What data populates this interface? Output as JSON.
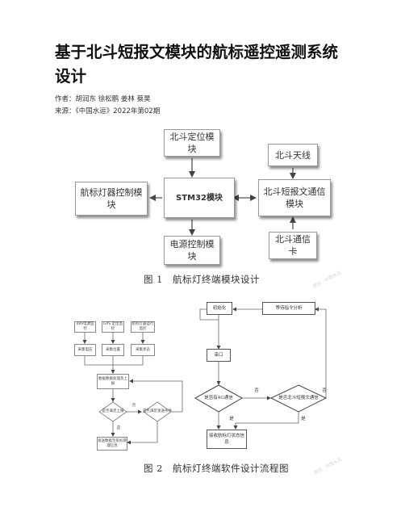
{
  "article": {
    "title": "基于北斗短报文模块的航标遥控遥测系统设计",
    "authors_label": "作者：",
    "authors": "胡润东 徐松鹏 姜林 蔡昊",
    "source_label": "来源：",
    "source": "《中国水运》2022年第02期"
  },
  "figure1": {
    "caption": "图 1　航标灯终端模块设计",
    "modules": {
      "positioning": "北斗定位模块",
      "antenna": "北斗天线",
      "light_control": "航标灯器控制模块",
      "mcu": "STM32模块",
      "comm": "北斗短报文通信模块",
      "power": "电源控制模块",
      "card": "北斗通信卡"
    },
    "watermark": "原创 · 中国水运"
  },
  "figure2": {
    "caption": "图 2　航标灯终端软件设计流程图",
    "watermark": "原创 · 中国水运",
    "left": {
      "sources": [
        "48V电源监控",
        "GPS 定位监控",
        "航标灯器运行监控"
      ],
      "collect": [
        "采集电压",
        "采集位置",
        "采集状态"
      ],
      "analyze": "数据数据处理及上报",
      "decision1": "是否满足上报",
      "decision2": "是否满足发送条件",
      "send": "发送数据至航标管理信息",
      "yes": "是",
      "no": "否"
    },
    "right": {
      "init": "初始化",
      "wait": "等待指令分析",
      "serial": "串口",
      "decision1": "是否有4G通信",
      "decision2": "是否北斗短报文通信",
      "send": "接收航标灯状态信息",
      "yes1": "是",
      "yes2": "是",
      "no1": "否",
      "no2": "否"
    }
  }
}
